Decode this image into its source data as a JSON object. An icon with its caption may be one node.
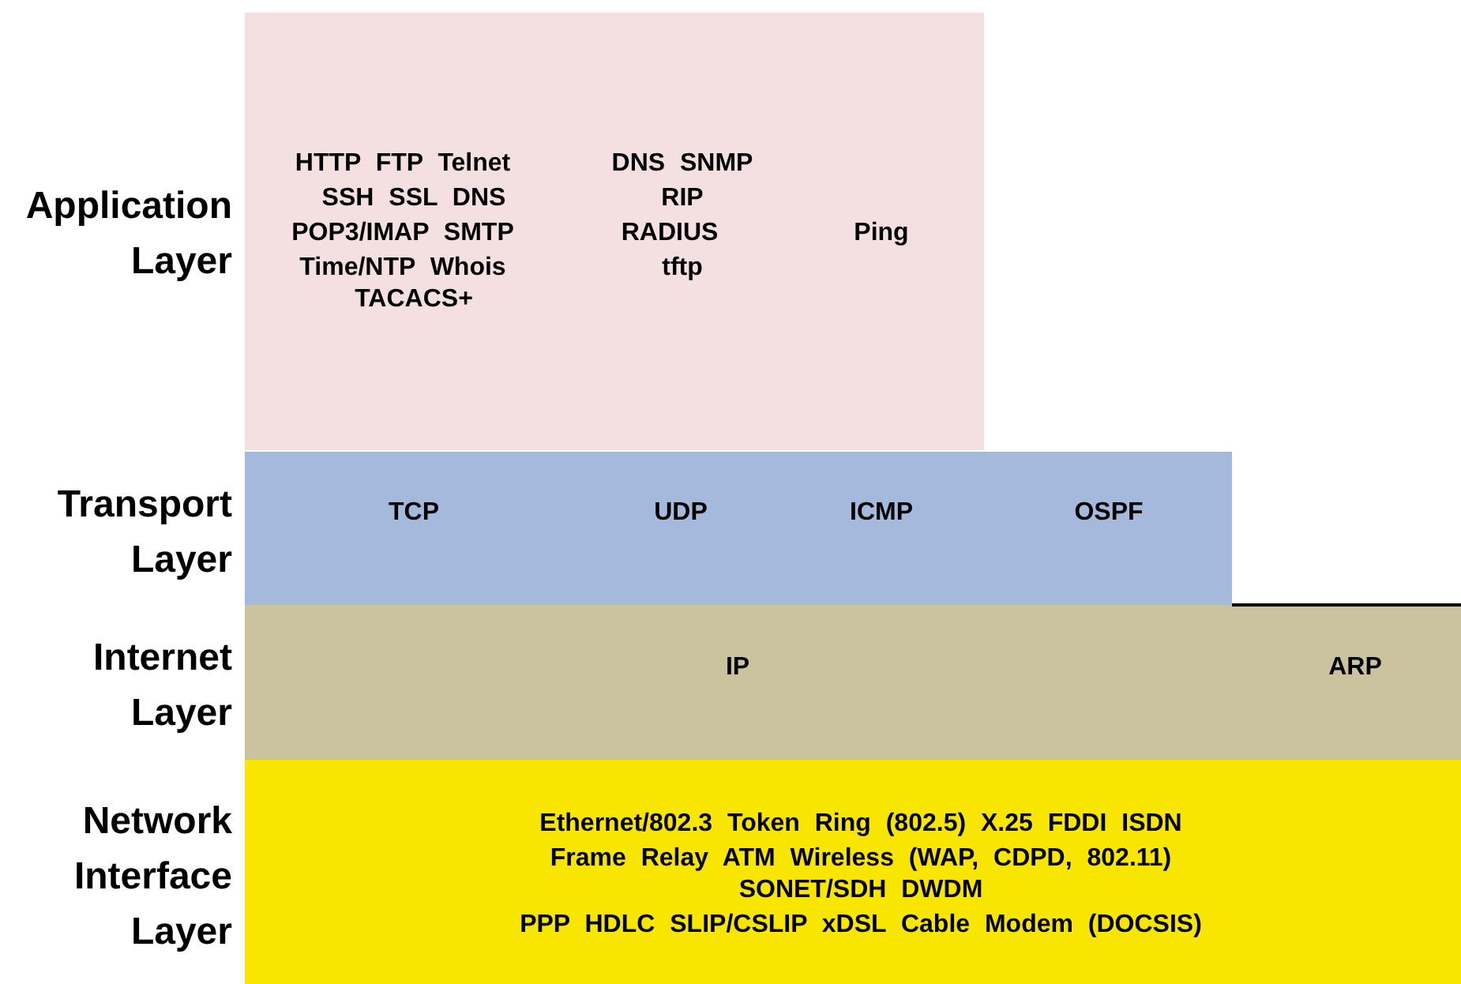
{
  "diagram": {
    "nodes": [
      {
        "text": [
          "Application Layer",
          "HTTP FTP Telnet",
          "SSH SSL DNS",
          "POP3/IMAP SMTP",
          "Time/NTP Whois",
          "TACACS+",
          "DNS SNMP",
          "RIP",
          "RADIUS",
          "tftp",
          "Ping"
        ]
      },
      {
        "text": [
          "Transport Layer",
          "TCP",
          "UDP",
          "ICMP",
          "OSPF"
        ]
      },
      {
        "text": [
          "Internet Layer",
          "IP",
          "ARP"
        ]
      },
      {
        "text": [
          "Network Interface Layer",
          "Ethernet/802.3 Token Ring (802.5) X.25 FDDI ISDN",
          "Frame Relay ATM Wireless (WAP, CDPD, 802.11)",
          "SONET/SDH DWDM",
          "PPP HDLC SLIP/CSLIP xDSL Cable Modem (DOCSIS)"
        ]
      }
    ]
  }
}
